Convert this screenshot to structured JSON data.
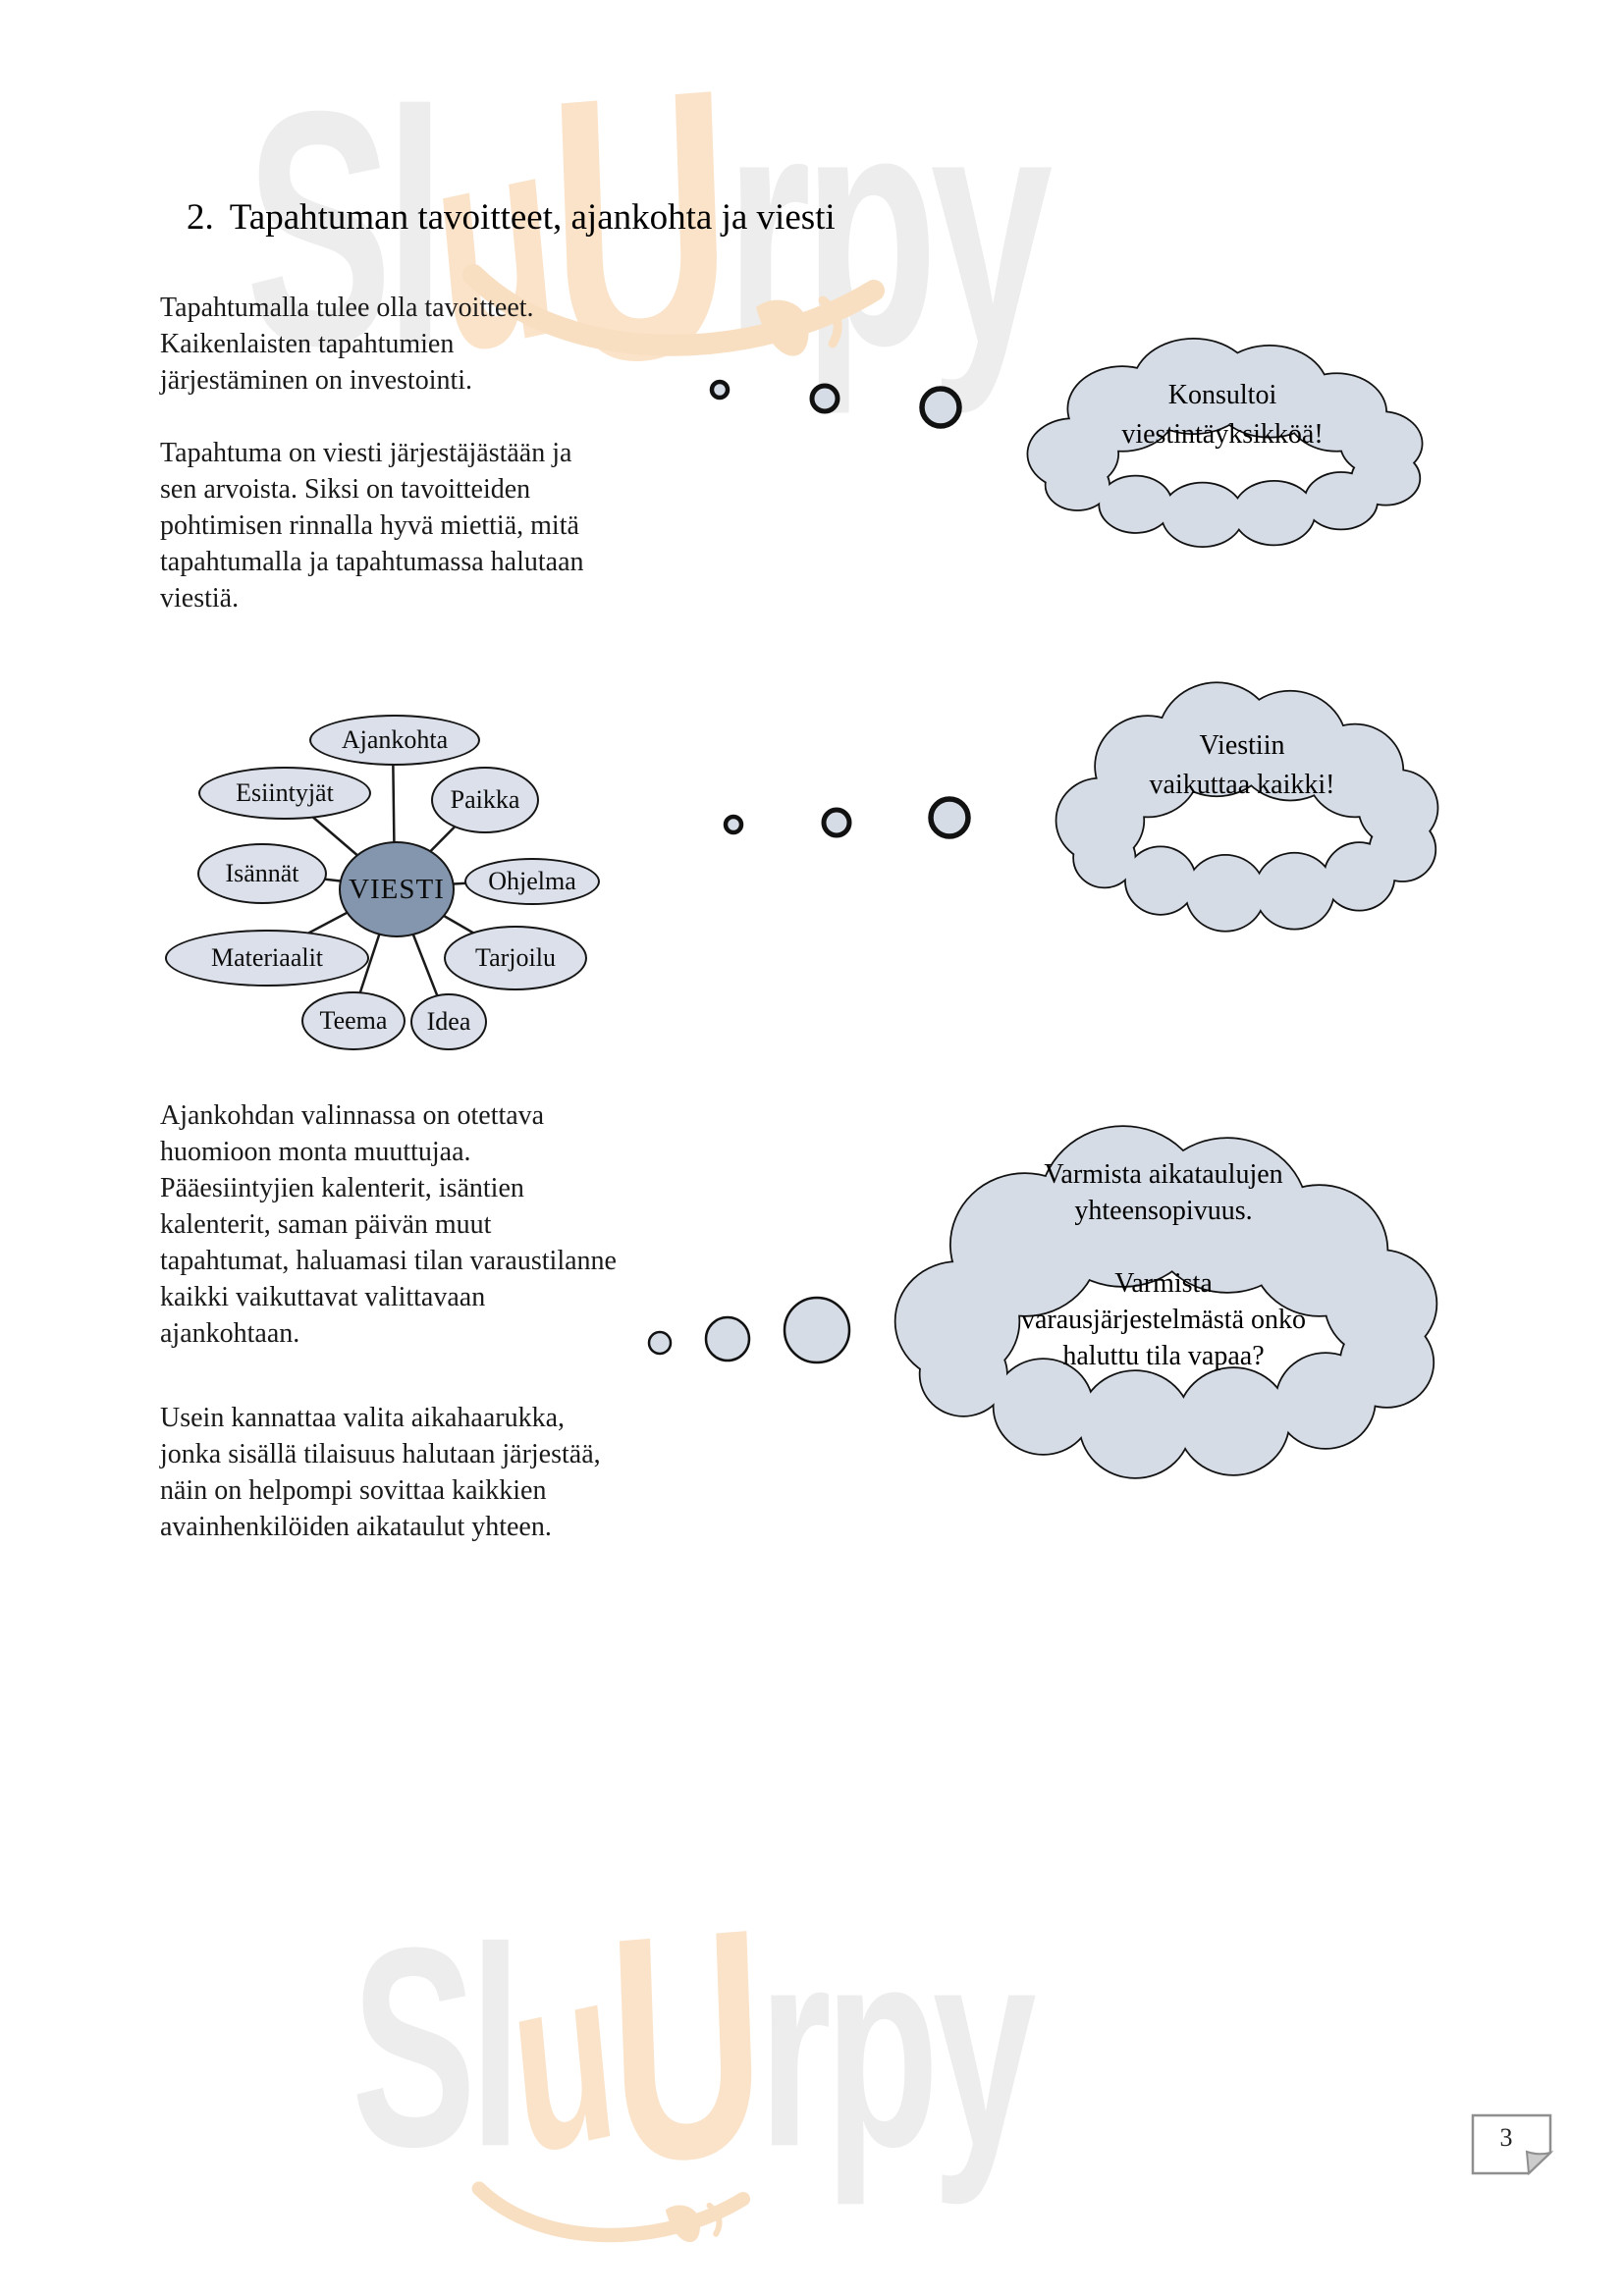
{
  "page": {
    "heading_number": "2.",
    "heading_text": "Tapahtuman tavoitteet, ajankohta ja viesti",
    "page_number": "3"
  },
  "paragraphs": {
    "p1": "Tapahtumalla tulee olla tavoitteet.\nKaikenlaisten tapahtumien\njärjestäminen on investointi.",
    "p2": "Tapahtuma on viesti järjestäjästään ja\nsen arvoista. Siksi on tavoitteiden\npohtimisen rinnalla hyvä miettiä, mitä\ntapahtumalla ja tapahtumassa halutaan\nviestiä.",
    "p3": "Ajankohdan valinnassa on otettava\nhuomioon monta muuttujaa.\nPääesiintyjien kalenterit, isäntien\nkalenterit, saman päivän muut\ntapahtumat, haluamasi tilan varaustilanne\nkaikki vaikuttavat valittavaan\najankohtaan.",
    "p4": "Usein kannattaa valita aikahaarukka,\njonka sisällä tilaisuus halutaan järjestää,\nnäin on helpompi sovittaa kaikkien\navainhenkilöiden aikataulut yhteen."
  },
  "clouds": {
    "cloud1": "Konsultoi\nviestintäyksikköä!",
    "cloud2": "Viestiin\nvaikuttaa kaikki!",
    "cloud3": "Varmista aikataulujen\nyhteensopivuus.\n\nVarmista\nvarausjärjestelmästä onko\nhaluttu tila vapaa?"
  },
  "mindmap": {
    "center": "VIESTI",
    "nodes": [
      "Ajankohta",
      "Esiintyjät",
      "Paikka",
      "Isännät",
      "Ohjelma",
      "Materiaalit",
      "Tarjoilu",
      "Teema",
      "Idea"
    ]
  },
  "watermark": {
    "seg_sl": "Sl",
    "seg_u1": "u",
    "seg_u2": "U",
    "seg_rpy": "rpy"
  },
  "colors": {
    "cloud_fill": "#d6dce6",
    "node_fill": "#dbe0ea",
    "center_fill": "#8496ae",
    "wm_gray": "#ededed",
    "wm_peach": "#fbe3ca"
  }
}
